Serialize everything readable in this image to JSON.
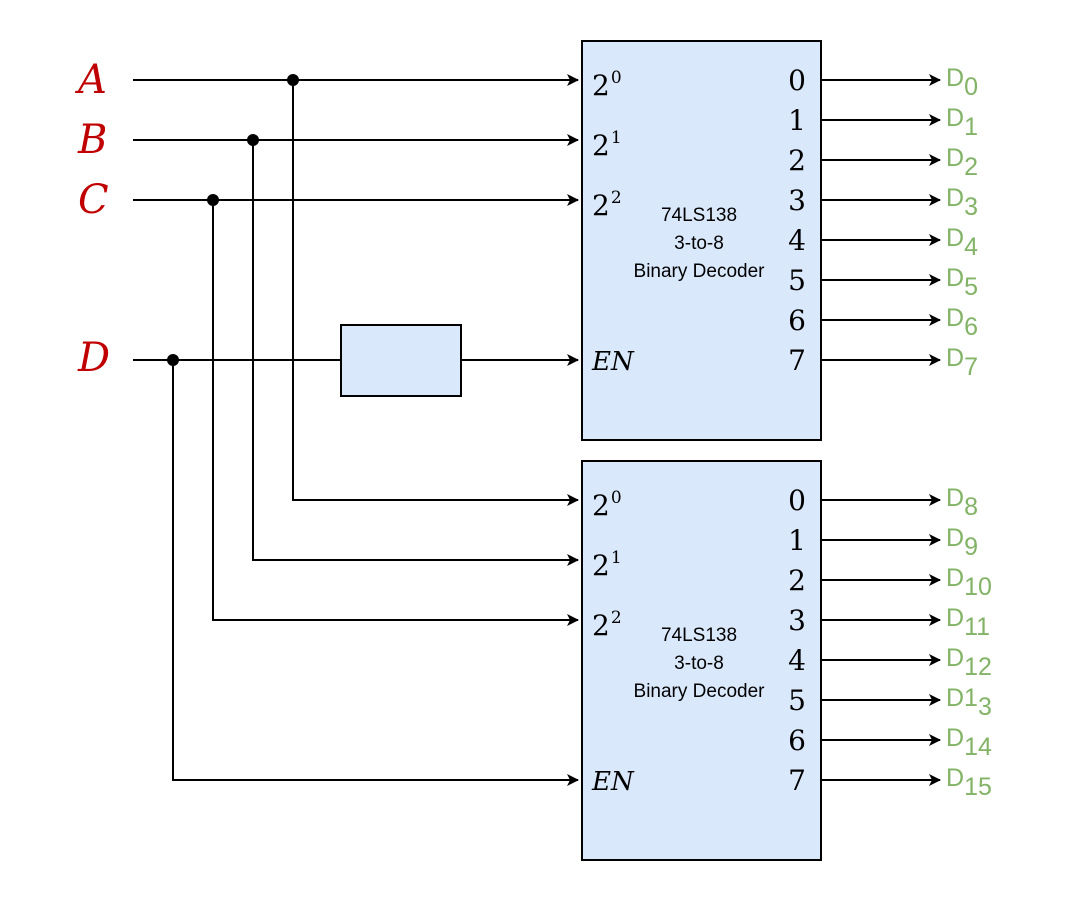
{
  "colors": {
    "input_label": "#c00000",
    "output_label": "#82b366",
    "chip_fill": "#dae8fc"
  },
  "inputs": [
    "A",
    "B",
    "C",
    "D"
  ],
  "decoders": [
    {
      "name": "74LS138",
      "desc1": "3-to-8",
      "desc2": "Binary Decoder",
      "enable": "EN",
      "pin_base": "2",
      "pin_exps": [
        "0",
        "1",
        "2"
      ],
      "outputs": [
        "0",
        "1",
        "2",
        "3",
        "4",
        "5",
        "6",
        "7"
      ],
      "out_prefix": "D",
      "out_subs": [
        "0",
        "1",
        "2",
        "3",
        "4",
        "5",
        "6",
        "7"
      ]
    },
    {
      "name": "74LS138",
      "desc1": "3-to-8",
      "desc2": "Binary Decoder",
      "enable": "EN",
      "pin_base": "2",
      "pin_exps": [
        "0",
        "1",
        "2"
      ],
      "outputs": [
        "0",
        "1",
        "2",
        "3",
        "4",
        "5",
        "6",
        "7"
      ],
      "out_prefix": "D",
      "out_subs": [
        "8",
        "9",
        "10",
        "11",
        "12",
        "13",
        "14",
        "15"
      ]
    }
  ],
  "out13_special": {
    "main": "D1",
    "sub": "3"
  }
}
